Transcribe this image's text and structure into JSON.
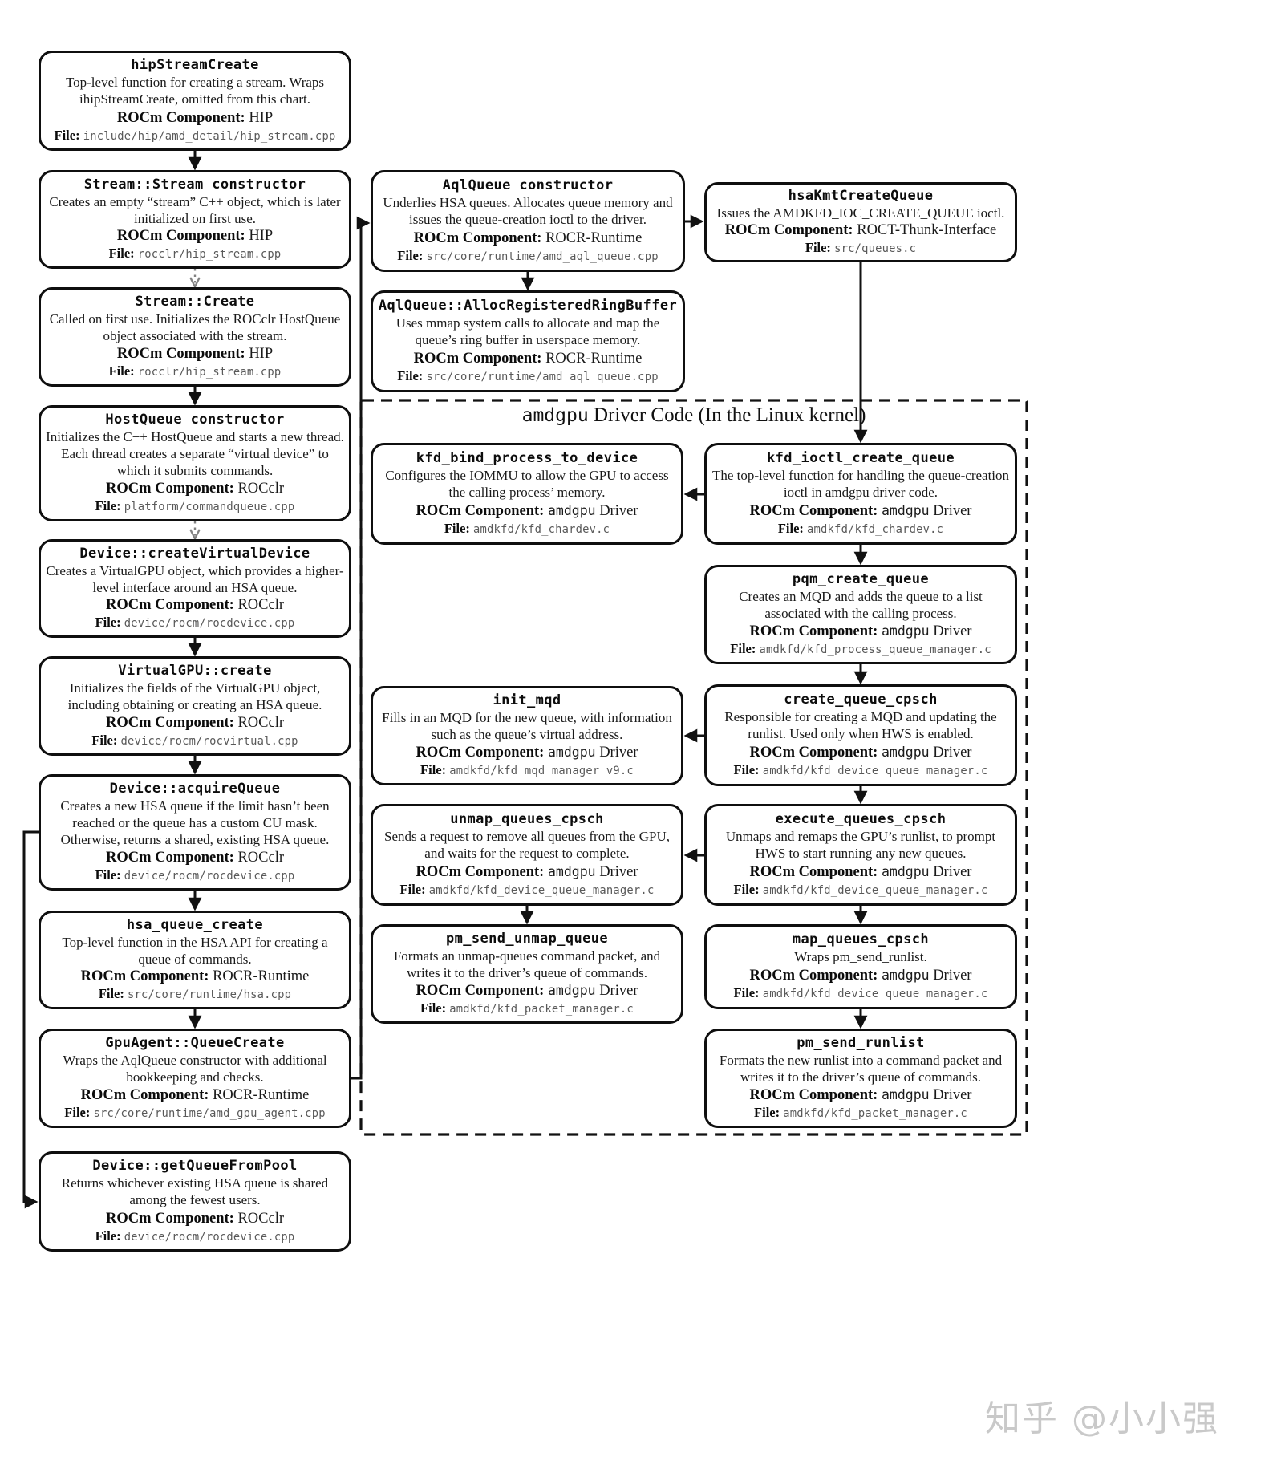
{
  "group": {
    "label_mono": "amdgpu",
    "label_rest": " Driver Code (In the Linux kernel)"
  },
  "labels": {
    "component": "ROCm Component:",
    "file": "File:"
  },
  "watermark": "知乎 @小小强",
  "nodes": [
    {
      "id": "hipStreamCreate",
      "title": "hipStreamCreate",
      "desc": "Top-level function for creating a stream. Wraps ihipStreamCreate, omitted from this chart.",
      "component_mono": "",
      "component": "HIP",
      "file": "include/hip/amd_detail/hip_stream.cpp"
    },
    {
      "id": "streamCtor",
      "title": "Stream::Stream constructor",
      "desc": "Creates an empty “stream” C++ object, which is later initialized on first use.",
      "component_mono": "",
      "component": "HIP",
      "file": "rocclr/hip_stream.cpp"
    },
    {
      "id": "streamCreate",
      "title": "Stream::Create",
      "desc": "Called on first use.  Initializes the ROCclr HostQueue object associated with the stream.",
      "component_mono": "",
      "component": "HIP",
      "file": "rocclr/hip_stream.cpp"
    },
    {
      "id": "hostQueueCtor",
      "title": "HostQueue constructor",
      "desc": "Initializes the C++ HostQueue and starts a new thread. Each thread creates a separate “virtual device” to which it submits commands.",
      "component_mono": "",
      "component": "ROCclr",
      "file": "platform/commandqueue.cpp"
    },
    {
      "id": "createVirtualDevice",
      "title": "Device::createVirtualDevice",
      "desc": "Creates a VirtualGPU object, which provides a higher-level interface around an HSA queue.",
      "component_mono": "",
      "component": "ROCclr",
      "file": "device/rocm/rocdevice.cpp"
    },
    {
      "id": "virtualGpuCreate",
      "title": "VirtualGPU::create",
      "desc": "Initializes the fields of the VirtualGPU object, including obtaining or creating an HSA queue.",
      "component_mono": "",
      "component": "ROCclr",
      "file": "device/rocm/rocvirtual.cpp"
    },
    {
      "id": "acquireQueue",
      "title": "Device::acquireQueue",
      "desc": "Creates a new HSA queue if the limit hasn’t been reached or the queue has a custom CU mask. Otherwise, returns a shared, existing HSA queue.",
      "component_mono": "",
      "component": "ROCclr",
      "file": "device/rocm/rocdevice.cpp"
    },
    {
      "id": "hsaQueueCreate",
      "title": "hsa_queue_create",
      "desc": "Top-level function in the HSA API for creating a queue of commands.",
      "component_mono": "",
      "component": "ROCR-Runtime",
      "file": "src/core/runtime/hsa.cpp"
    },
    {
      "id": "gpuAgentQueueCreate",
      "title": "GpuAgent::QueueCreate",
      "desc": "Wraps the AqlQueue constructor with additional bookkeeping and checks.",
      "component_mono": "",
      "component": "ROCR-Runtime",
      "file": "src/core/runtime/amd_gpu_agent.cpp"
    },
    {
      "id": "getQueueFromPool",
      "title": "Device::getQueueFromPool",
      "desc": "Returns whichever existing HSA queue is shared among the fewest users.",
      "component_mono": "",
      "component": "ROCclr",
      "file": "device/rocm/rocdevice.cpp"
    },
    {
      "id": "aqlQueueCtor",
      "title": "AqlQueue constructor",
      "desc": "Underlies HSA queues. Allocates queue memory and issues the queue-creation ioctl to the driver.",
      "component_mono": "",
      "component": "ROCR-Runtime",
      "file": "src/core/runtime/amd_aql_queue.cpp"
    },
    {
      "id": "allocRingBuffer",
      "title": "AqlQueue::AllocRegisteredRingBuffer",
      "desc": "Uses mmap system calls to allocate and map the queue’s ring buffer in userspace memory.",
      "component_mono": "",
      "component": "ROCR-Runtime",
      "file": "src/core/runtime/amd_aql_queue.cpp"
    },
    {
      "id": "hsaKmtCreateQueue",
      "title": "hsaKmtCreateQueue",
      "desc": "Issues the AMDKFD_IOC_CREATE_QUEUE ioctl.",
      "component_mono": "",
      "component": "ROCT-Thunk-Interface",
      "file": "src/queues.c"
    },
    {
      "id": "kfdBind",
      "title": "kfd_bind_process_to_device",
      "desc": "Configures the IOMMU to allow the GPU to access the calling process’ memory.",
      "component_mono": "amdgpu",
      "component": " Driver",
      "file": "amdkfd/kfd_chardev.c"
    },
    {
      "id": "kfdIoctl",
      "title": "kfd_ioctl_create_queue",
      "desc": "The top-level function for handling the queue-creation ioctl in amdgpu driver code.",
      "component_mono": "amdgpu",
      "component": " Driver",
      "file": "amdkfd/kfd_chardev.c"
    },
    {
      "id": "pqmCreateQueue",
      "title": "pqm_create_queue",
      "desc": "Creates an MQD and adds the queue to a list associated with the calling process.",
      "component_mono": "amdgpu",
      "component": " Driver",
      "file": "amdkfd/kfd_process_queue_manager.c"
    },
    {
      "id": "initMqd",
      "title": "init_mqd",
      "desc": "Fills in an MQD for the new queue, with information such as the queue’s virtual address.",
      "component_mono": "amdgpu",
      "component": " Driver",
      "file": "amdkfd/kfd_mqd_manager_v9.c"
    },
    {
      "id": "createQueueCpsch",
      "title": "create_queue_cpsch",
      "desc": "Responsible for creating a MQD and updating the runlist. Used only when HWS is enabled.",
      "component_mono": "amdgpu",
      "component": " Driver",
      "file": "amdkfd/kfd_device_queue_manager.c"
    },
    {
      "id": "unmapQueuesCpsch",
      "title": "unmap_queues_cpsch",
      "desc": "Sends a request to remove all queues from the GPU, and waits for the request to complete.",
      "component_mono": "amdgpu",
      "component": " Driver",
      "file": "amdkfd/kfd_device_queue_manager.c"
    },
    {
      "id": "executeQueuesCpsch",
      "title": "execute_queues_cpsch",
      "desc": "Unmaps and remaps the GPU’s runlist, to prompt HWS to start running any new queues.",
      "component_mono": "amdgpu",
      "component": " Driver",
      "file": "amdkfd/kfd_device_queue_manager.c"
    },
    {
      "id": "pmSendUnmapQueue",
      "title": "pm_send_unmap_queue",
      "desc": "Formats an unmap-queues command packet, and writes it to the driver’s queue of commands.",
      "component_mono": "amdgpu",
      "component": " Driver",
      "file": "amdkfd/kfd_packet_manager.c"
    },
    {
      "id": "mapQueuesCpsch",
      "title": "map_queues_cpsch",
      "desc": "Wraps pm_send_runlist.",
      "component_mono": "amdgpu",
      "component": " Driver",
      "file": "amdkfd/kfd_device_queue_manager.c"
    },
    {
      "id": "pmSendRunlist",
      "title": "pm_send_runlist",
      "desc": "Formats the new runlist into a command packet and writes it to the driver’s queue of commands.",
      "component_mono": "amdgpu",
      "component": " Driver",
      "file": "amdkfd/kfd_packet_manager.c"
    }
  ],
  "edges": [
    {
      "from": "hipStreamCreate",
      "to": "streamCtor",
      "style": "solid",
      "route": "v"
    },
    {
      "from": "streamCtor",
      "to": "streamCreate",
      "style": "dotted",
      "route": "v"
    },
    {
      "from": "streamCreate",
      "to": "hostQueueCtor",
      "style": "solid",
      "route": "v"
    },
    {
      "from": "hostQueueCtor",
      "to": "createVirtualDevice",
      "style": "dotted",
      "route": "v"
    },
    {
      "from": "createVirtualDevice",
      "to": "virtualGpuCreate",
      "style": "solid",
      "route": "v"
    },
    {
      "from": "virtualGpuCreate",
      "to": "acquireQueue",
      "style": "solid",
      "route": "v"
    },
    {
      "from": "acquireQueue",
      "to": "hsaQueueCreate",
      "style": "solid",
      "route": "v"
    },
    {
      "from": "hsaQueueCreate",
      "to": "gpuAgentQueueCreate",
      "style": "solid",
      "route": "v"
    },
    {
      "from": "acquireQueue",
      "to": "getQueueFromPool",
      "style": "solid",
      "route": "hook-left"
    },
    {
      "from": "gpuAgentQueueCreate",
      "to": "aqlQueueCtor",
      "style": "solid",
      "route": "hook-right"
    },
    {
      "from": "aqlQueueCtor",
      "to": "allocRingBuffer",
      "style": "solid",
      "route": "v"
    },
    {
      "from": "aqlQueueCtor",
      "to": "hsaKmtCreateQueue",
      "style": "solid",
      "route": "h-right"
    },
    {
      "from": "hsaKmtCreateQueue",
      "to": "kfdIoctl",
      "style": "solid",
      "route": "v"
    },
    {
      "from": "kfdIoctl",
      "to": "kfdBind",
      "style": "solid",
      "route": "h-left"
    },
    {
      "from": "kfdIoctl",
      "to": "pqmCreateQueue",
      "style": "solid",
      "route": "v"
    },
    {
      "from": "pqmCreateQueue",
      "to": "createQueueCpsch",
      "style": "solid",
      "route": "v"
    },
    {
      "from": "createQueueCpsch",
      "to": "initMqd",
      "style": "solid",
      "route": "h-left"
    },
    {
      "from": "createQueueCpsch",
      "to": "executeQueuesCpsch",
      "style": "solid",
      "route": "v"
    },
    {
      "from": "executeQueuesCpsch",
      "to": "unmapQueuesCpsch",
      "style": "solid",
      "route": "h-left"
    },
    {
      "from": "executeQueuesCpsch",
      "to": "mapQueuesCpsch",
      "style": "solid",
      "route": "v"
    },
    {
      "from": "unmapQueuesCpsch",
      "to": "pmSendUnmapQueue",
      "style": "solid",
      "route": "v"
    },
    {
      "from": "mapQueuesCpsch",
      "to": "pmSendRunlist",
      "style": "solid",
      "route": "v"
    }
  ]
}
